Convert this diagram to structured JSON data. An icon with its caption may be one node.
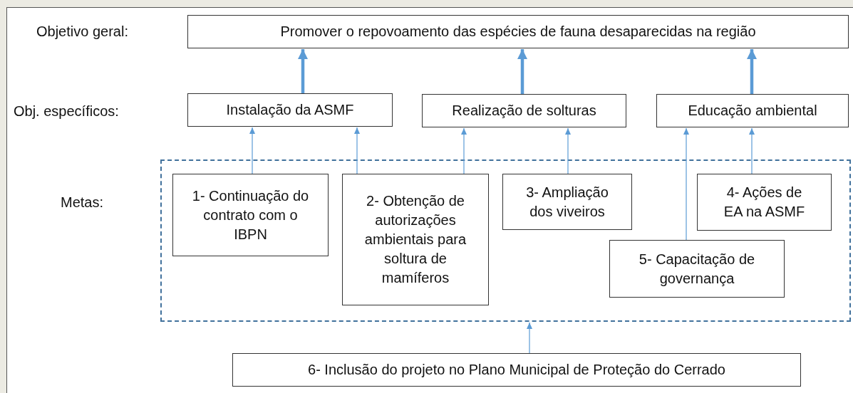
{
  "diagram": {
    "nodes": [
      {
        "text": [
          "Promover o repovoamento das espécies de fauna desaparecidas na região"
        ]
      },
      {
        "text": [
          "Instalação da ASMF"
        ]
      },
      {
        "text": [
          "Realização de solturas"
        ]
      },
      {
        "text": [
          "Educação ambiental"
        ]
      },
      {
        "text": [],
        "shape": "box"
      },
      {
        "text": [
          "1- Continuação do contrato com o IBPN"
        ],
        "in": 4
      },
      {
        "text": [
          "2- Obtenção de autorizações ambientais para soltura de mamíferos"
        ],
        "in": 4
      },
      {
        "text": [
          "3- Ampliação dos viveiros"
        ],
        "in": 4
      },
      {
        "text": [
          "4- Ações de EA na ASMF"
        ],
        "in": 4
      },
      {
        "text": [
          "5- Capacitação de governança"
        ],
        "in": 4
      },
      {
        "text": [
          "6- Inclusão do projeto no Plano Municipal de Proteção do Cerrado"
        ]
      }
    ],
    "edges": [
      {
        "from": 1,
        "to": 0,
        "arrow": "to",
        "style": "thick"
      },
      {
        "from": 2,
        "to": 0,
        "arrow": "to",
        "style": "thick"
      },
      {
        "from": 3,
        "to": 0,
        "arrow": "to",
        "style": "thick"
      },
      {
        "from": 5,
        "to": 1,
        "arrow": "to"
      },
      {
        "from": 6,
        "to": 1,
        "arrow": "to"
      },
      {
        "from": 6,
        "to": 2,
        "arrow": "to"
      },
      {
        "from": 7,
        "to": 2,
        "arrow": "to"
      },
      {
        "from": 9,
        "to": 3,
        "arrow": "to"
      },
      {
        "from": 8,
        "to": 3,
        "arrow": "to"
      },
      {
        "from": 10,
        "to": 4,
        "arrow": "to"
      }
    ],
    "labels": [
      "Objetivo geral:",
      "Obj. específicos:",
      "Metas:"
    ]
  }
}
